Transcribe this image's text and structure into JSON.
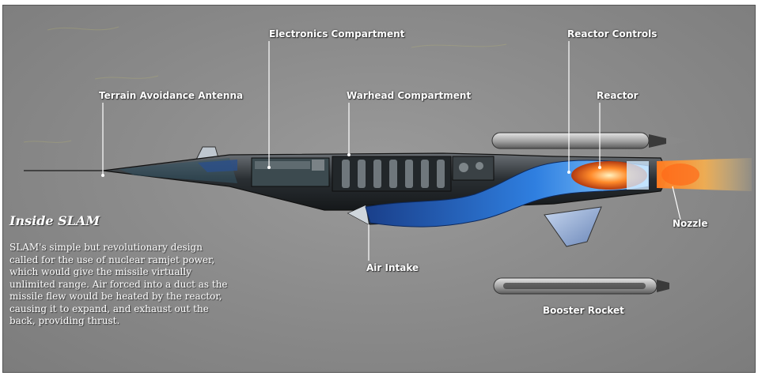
{
  "labels": {
    "electronics": "Electronics Compartment",
    "reactor_controls": "Reactor Controls",
    "terrain_antenna": "Terrain Avoidance Antenna",
    "warhead": "Warhead Compartment",
    "reactor": "Reactor",
    "nozzle": "Nozzle",
    "air_intake": "Air Intake",
    "booster": "Booster Rocket"
  },
  "caption": {
    "title": "Inside SLAM",
    "body": "SLAM's simple but revolutionary design\ncalled for the use of nuclear ramjet power,\nwhich would give the missile virtually\nunlimited range. Air forced into a duct as the\nmissile flew would be heated by the reactor,\ncausing it to expand, and exhaust out the\nback, providing thrust."
  },
  "colors": {
    "background": "#8c8c8c",
    "label_text": "#ffffff",
    "duct_blue": "#2a6fd0",
    "reactor_orange": "#ff8a2a",
    "hull_dark": "#1f2428"
  }
}
